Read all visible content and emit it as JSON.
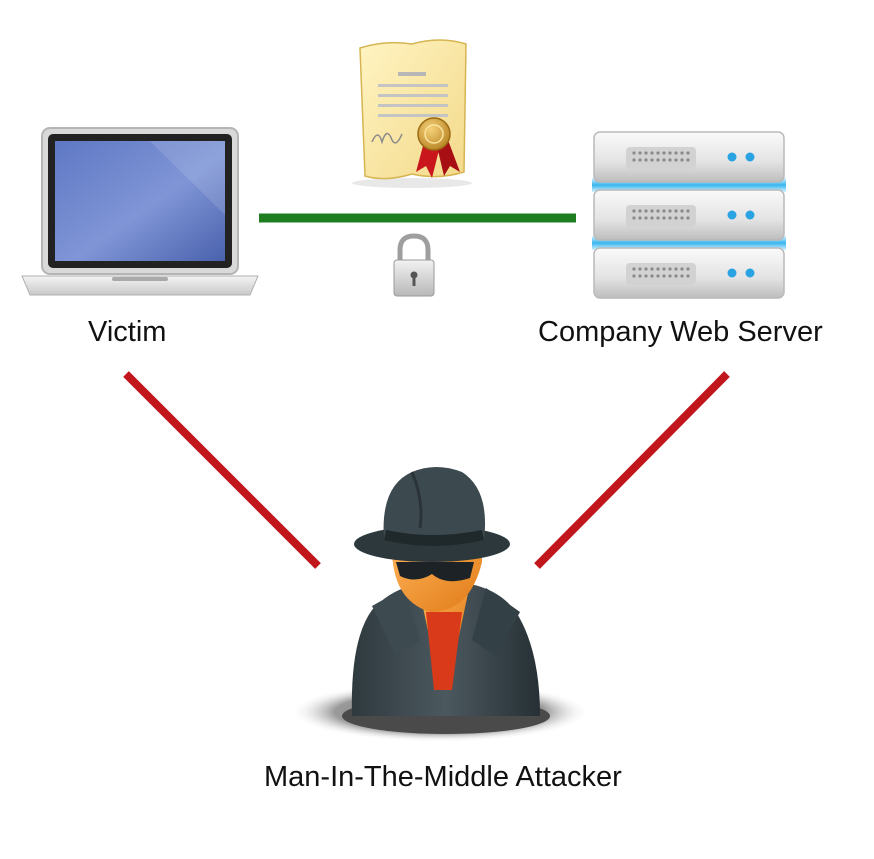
{
  "nodes": {
    "victim": {
      "label": "Victim",
      "icon": "laptop-icon"
    },
    "server": {
      "label": "Company Web Server",
      "icon": "server-icon"
    },
    "attacker": {
      "label": "Man-In-The-Middle Attacker",
      "icon": "spy-icon"
    }
  },
  "decorations": {
    "certificate": "certificate-icon",
    "lock": "padlock-icon"
  },
  "edges": [
    {
      "from": "victim",
      "to": "server",
      "color": "#1e7d1e",
      "meaning": "secure"
    },
    {
      "from": "victim",
      "to": "attacker",
      "color": "#c0161c",
      "meaning": "intercepted"
    },
    {
      "from": "server",
      "to": "attacker",
      "color": "#c0161c",
      "meaning": "intercepted"
    }
  ]
}
